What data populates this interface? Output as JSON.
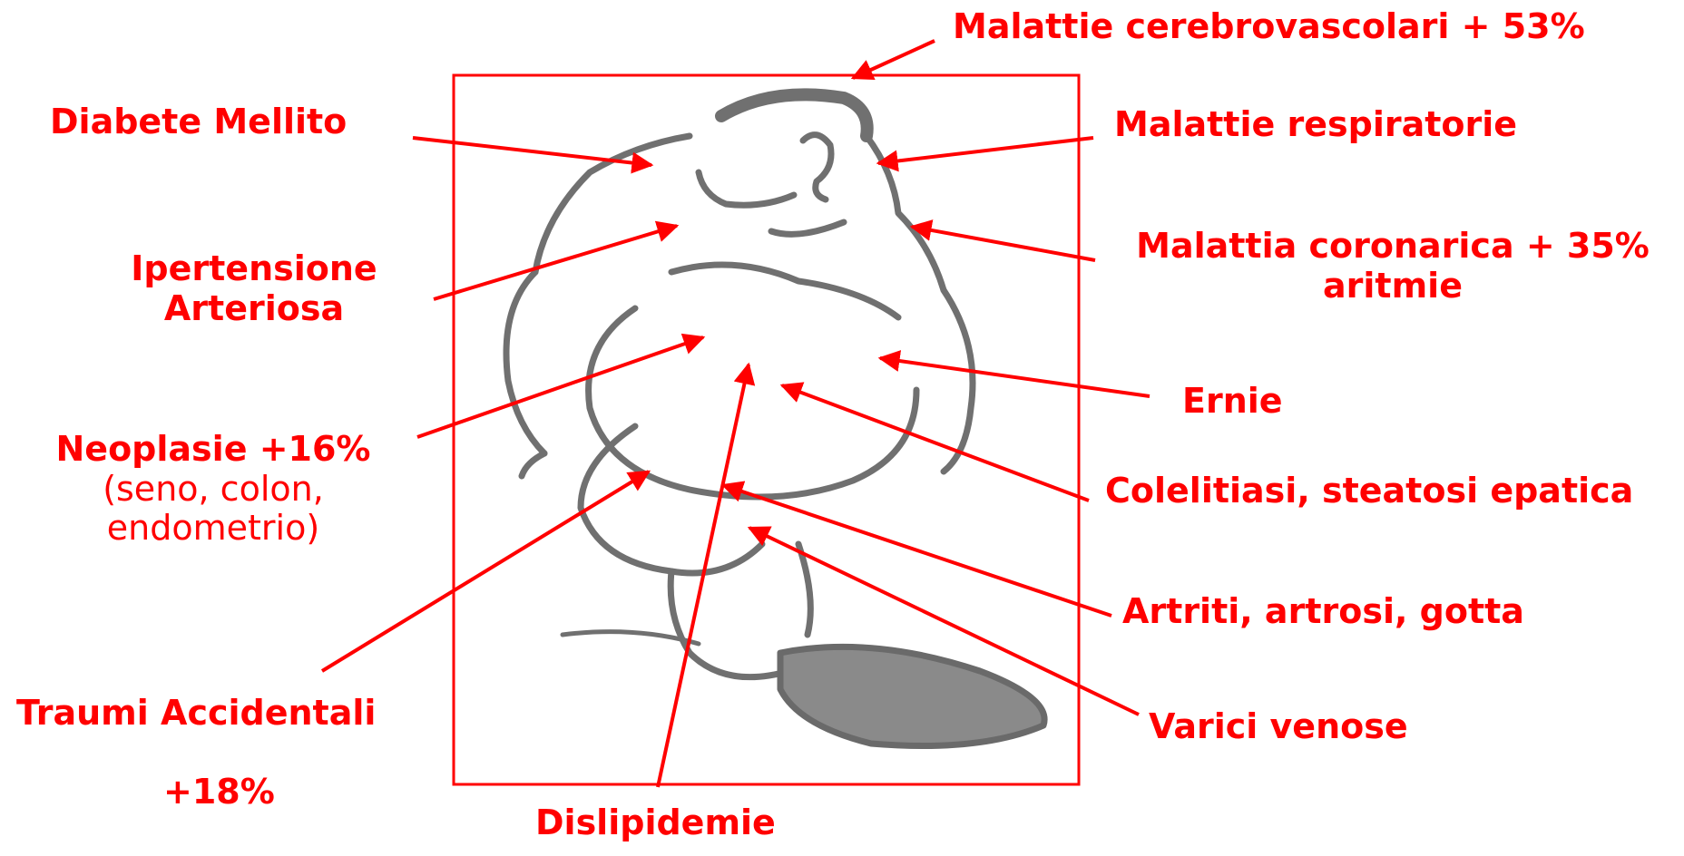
{
  "colors": {
    "accent": "#ff0000",
    "figure": "#6e6e6e"
  },
  "figure": {
    "description_icon": "obese-man-icon"
  },
  "labels": {
    "cerebro": "Malattie cerebrovascolari + 53%",
    "diabete": "Diabete Mellito",
    "respiratorie": "Malattie respiratorie",
    "ipertensione_1": "Ipertensione",
    "ipertensione_2": "Arteriosa",
    "coronarica_1": "Malattia coronarica + 35%",
    "coronarica_2": "aritmie",
    "ernie": "Ernie",
    "neoplasie_1": "Neoplasie +16%",
    "neoplasie_2": "(seno, colon,",
    "neoplasie_3": "endometrio)",
    "colelitiasi": "Colelitiasi, steatosi epatica",
    "artriti": "Artriti, artrosi, gotta",
    "traumi_1": "Traumi Accidentali",
    "traumi_2": "+18%",
    "varici": "Varici venose",
    "dislipidemie": "Dislipidemie"
  }
}
